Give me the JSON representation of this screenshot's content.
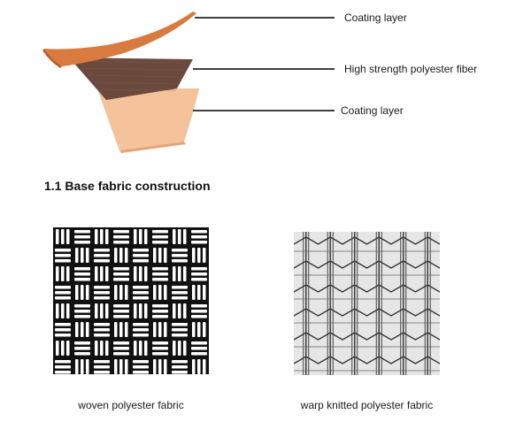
{
  "layers": {
    "top_label": "Coating layer",
    "middle_label": "High strength polyester fiber",
    "bottom_label": "Coating layer"
  },
  "section": {
    "heading": "1.1 Base fabric construction"
  },
  "fabrics": {
    "woven_caption": "woven polyester fabric",
    "knitted_caption": "warp knitted polyester fabric"
  },
  "colors": {
    "coating_top": "#d9783a",
    "fiber_layer": "#6e4a3c",
    "coating_bottom": "#f0b98c",
    "line": "#000000"
  }
}
